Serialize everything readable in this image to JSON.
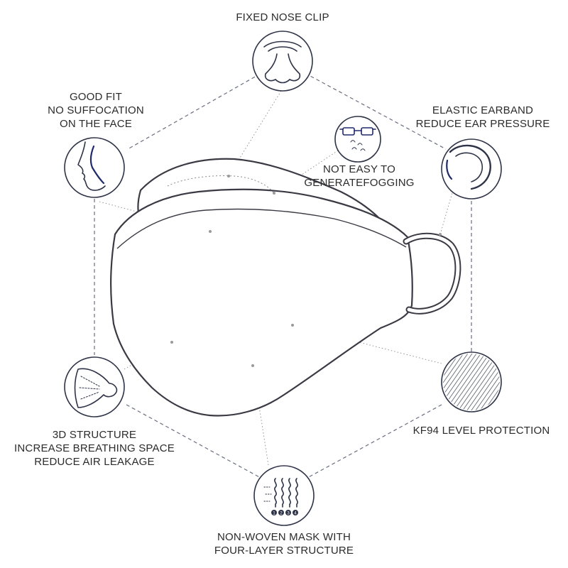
{
  "features": {
    "nose_clip": {
      "lines": [
        "FIXED NOSE CLIP"
      ],
      "icon": "nose-icon"
    },
    "good_fit": {
      "lines": [
        "GOOD FIT",
        "NO SUFFOCATION",
        "ON THE FACE"
      ],
      "icon": "face-profile-icon"
    },
    "earband": {
      "lines": [
        "ELASTIC EARBAND",
        "REDUCE EAR PRESSURE"
      ],
      "icon": "ear-icon"
    },
    "anti_fog": {
      "lines": [
        "NOT EASY TO",
        "GENERATEFOGGING"
      ],
      "icon": "glasses-icon"
    },
    "structure_3d": {
      "lines": [
        "3D STRUCTURE",
        "INCREASE BREATHING SPACE",
        "REDUCE AIR LEAKAGE"
      ],
      "icon": "breathing-space-icon"
    },
    "kf94": {
      "lines": [
        "KF94 LEVEL PROTECTION"
      ],
      "icon": "filter-mesh-icon"
    },
    "layers": {
      "lines": [
        "NON-WOVEN MASK WITH",
        "FOUR-LAYER STRUCTURE"
      ],
      "icon": "layers-icon",
      "layer_numbers": [
        "1",
        "2",
        "3",
        "4"
      ]
    }
  },
  "colors": {
    "outline": "#2e3347",
    "dashed": "#6a6f80",
    "text": "#2b2b2b"
  }
}
